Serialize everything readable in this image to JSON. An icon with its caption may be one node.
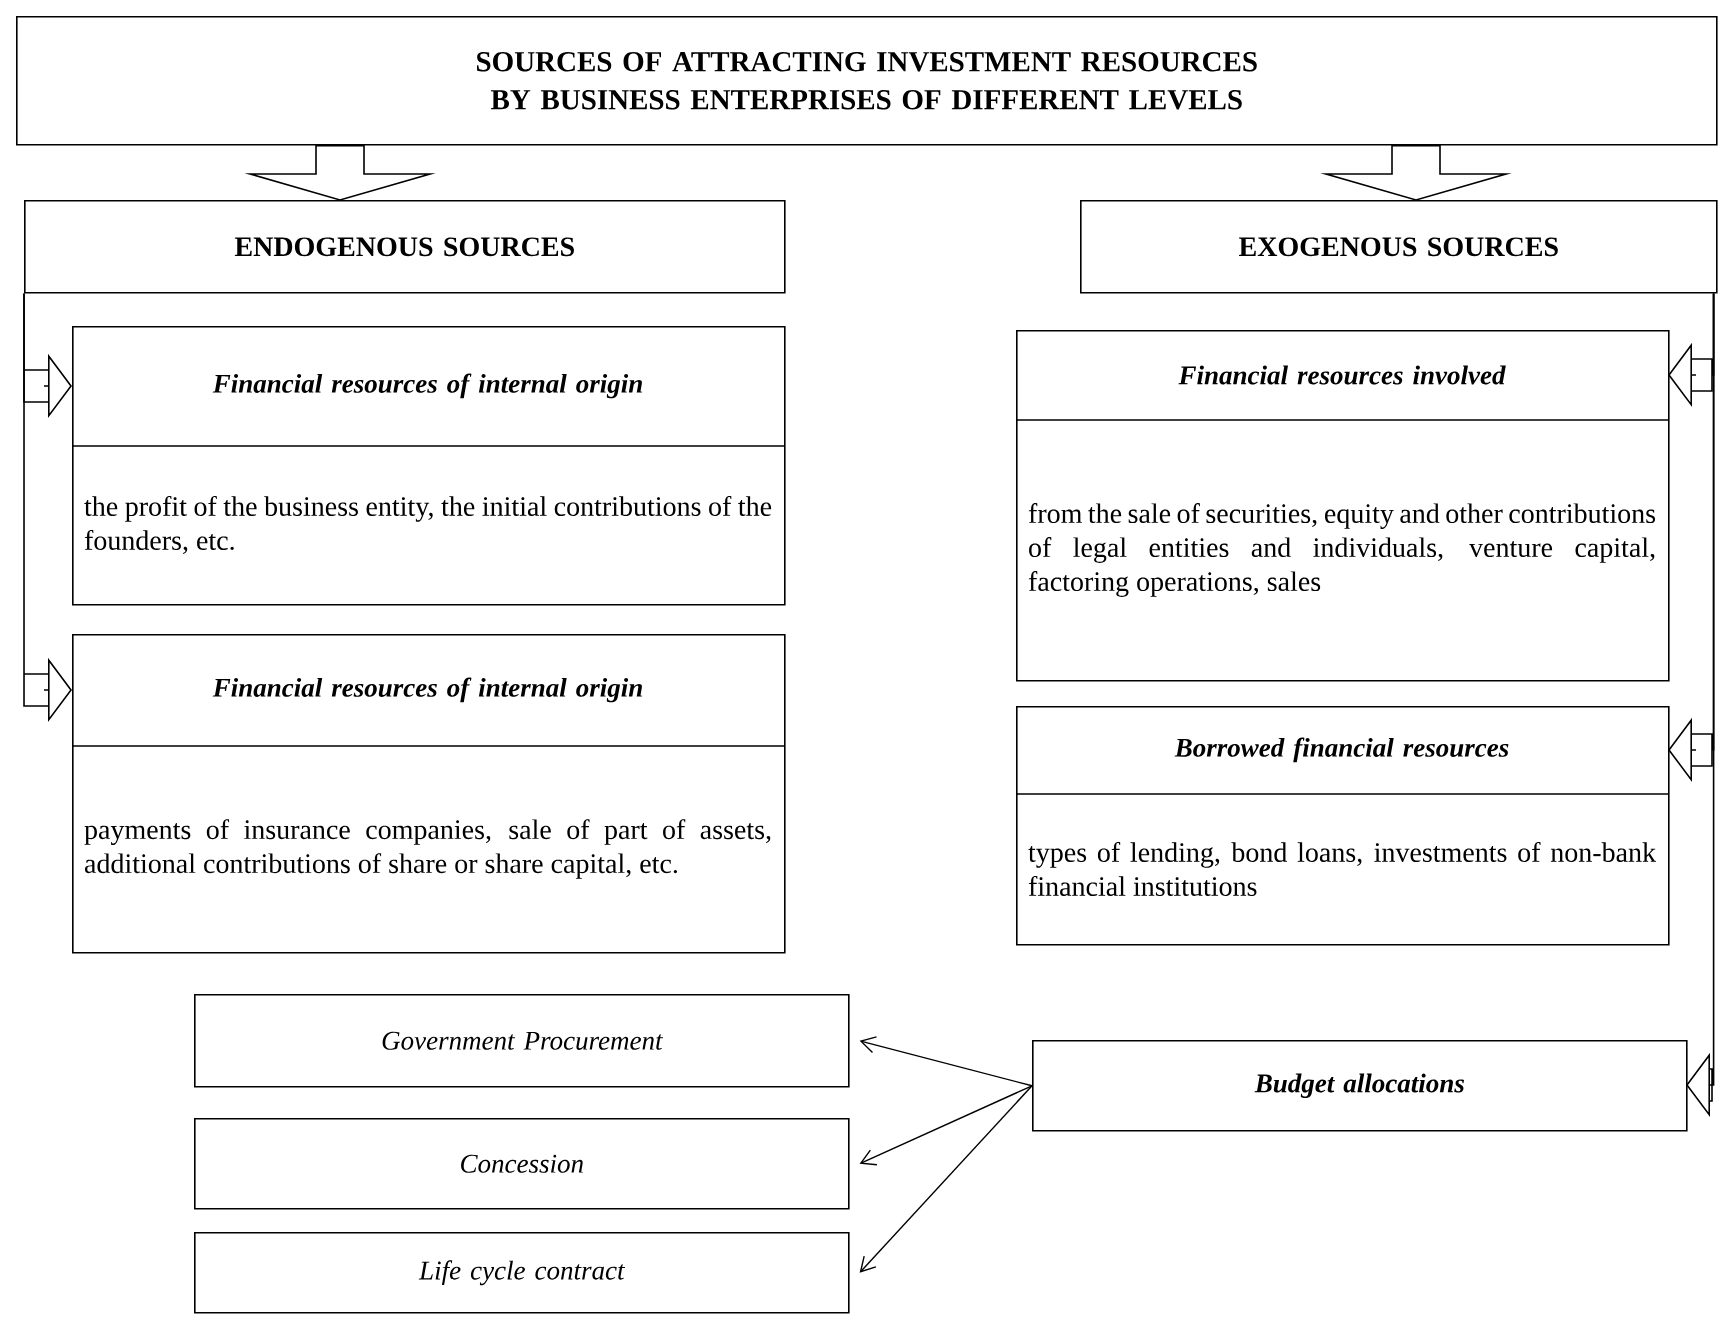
{
  "diagram": {
    "nodes": [
      {
        "text": [
          "SOURCES OF ATTRACTING INVESTMENT RESOURCES BY BUSINESS ENTERPRISES OF DIFFERENT LEVELS"
        ]
      },
      {
        "text": [
          "ENDOGENOUS SOURCES"
        ]
      },
      {
        "text": [
          "EXOGENOUS SOURCES"
        ]
      },
      {
        "text": [
          "Financial resources of internal origin",
          "the profit of the business entity, the initial contributions of the founders, etc."
        ]
      },
      {
        "text": [
          "Financial resources of internal origin",
          "payments of insurance companies, sale of part of assets, additional contributions of share or share capital, etc."
        ]
      },
      {
        "text": [
          "Financial resources involved",
          "from the sale of securities, equity and other contributions of legal entities and individuals, venture capital, factoring operations, sales"
        ]
      },
      {
        "text": [
          "Borrowed financial resources",
          "types of lending, bond loans, investments of non-bank financial institutions"
        ]
      },
      {
        "text": [
          "Budget allocations"
        ]
      },
      {
        "text": [
          "Government Procurement"
        ]
      },
      {
        "text": [
          "Concession"
        ]
      },
      {
        "text": [
          "Life cycle contract"
        ]
      }
    ],
    "edges": [
      {
        "from": 0,
        "to": 1,
        "arrow": "to"
      },
      {
        "from": 0,
        "to": 2,
        "arrow": "to"
      },
      {
        "from": 1,
        "to": 3,
        "arrow": "to"
      },
      {
        "from": 1,
        "to": 4,
        "arrow": "to"
      },
      {
        "from": 2,
        "to": 5,
        "arrow": "to"
      },
      {
        "from": 2,
        "to": 6,
        "arrow": "to"
      },
      {
        "from": 2,
        "to": 7,
        "arrow": "to"
      },
      {
        "from": 7,
        "to": 8,
        "arrow": "to"
      },
      {
        "from": 7,
        "to": 9,
        "arrow": "to"
      },
      {
        "from": 7,
        "to": 10,
        "arrow": "to"
      }
    ]
  }
}
